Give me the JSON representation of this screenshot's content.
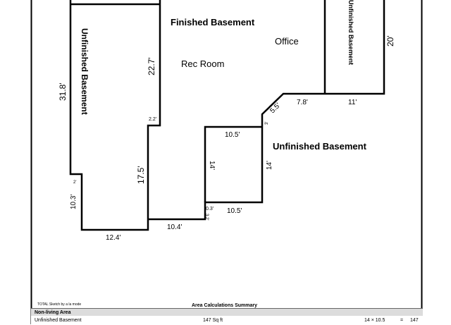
{
  "rooms": {
    "finished_basement": "Finished Basement",
    "office": "Office",
    "rec_room": "Rec Room",
    "unfinished_left": "Unfinished Basement",
    "unfinished_right": "Unfinished Basement",
    "unfinished_mid": "Unfinished Basement"
  },
  "dimensions": {
    "d_31_8": "31.8'",
    "d_22_7": "22.7'",
    "d_20": "20'",
    "d_5_5": "5.5'",
    "d_7_8": "7.8'",
    "d_11": "11'",
    "d_2_2": "2.2'",
    "d_3_top": "3'",
    "d_10_5_top": "10.5'",
    "d_14_left": "14'",
    "d_14_right": "14'",
    "d_17_5": "17.5'",
    "d_2": "2'",
    "d_10_3": "10.3'",
    "d_0_3": "0.3'",
    "d_3_2": "3.2'",
    "d_10_5_bottom": "10.5'",
    "d_10_4": "10.4'",
    "d_12_4": "12.4'"
  },
  "footer": {
    "software": "TOTAL Sketch by a la mode",
    "summary_title": "Area Calculations Summary"
  },
  "summary": {
    "section_label": "Non-living Area",
    "row_label": "Unfinished Basement",
    "row_area": "147 Sq ft",
    "row_calc": "14 × 10.5",
    "row_equals": "=",
    "row_value": "147"
  }
}
